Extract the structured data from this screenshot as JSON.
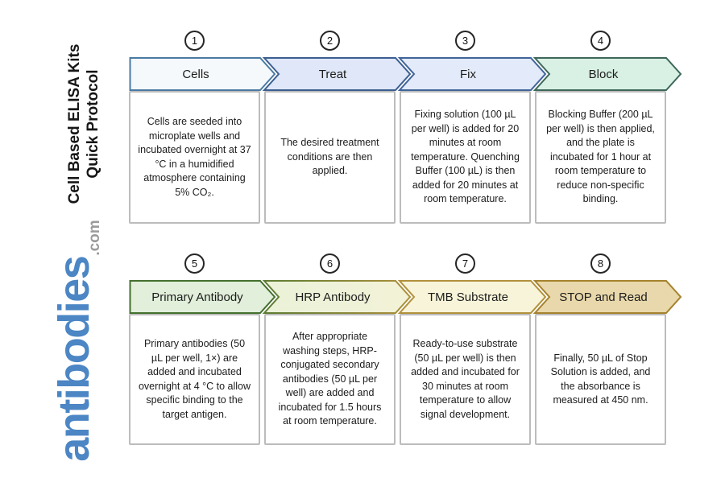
{
  "sidebar": {
    "title_line1": "Cell Based ELISA Kits",
    "title_line2": "Quick Protocol",
    "brand": "antibodies",
    "brand_suffix": ".com",
    "brand_color": "#4c86c4",
    "suffix_color": "#9b9b9b"
  },
  "steps": [
    {
      "number": "1",
      "label": "Cells",
      "description": "Cells are seeded into microplate wells and incubated overnight at 37 °C in a humidified atmosphere containing 5% CO₂.",
      "arrow_fill": "#f5f9fc",
      "arrow_stroke": "#4a7aa3"
    },
    {
      "number": "2",
      "label": "Treat",
      "description": "The desired treatment conditions are then applied.",
      "arrow_fill": "#dfe7f8",
      "arrow_stroke": "#3c5f91"
    },
    {
      "number": "3",
      "label": "Fix",
      "description": "Fixing solution (100 µL per well) is added for 20 minutes at room temperature. Quenching Buffer (100 µL) is then added for 20 minutes at room temperature.",
      "arrow_fill": "#e3eaf9",
      "arrow_stroke": "#40659a"
    },
    {
      "number": "4",
      "label": "Block",
      "description": "Blocking Buffer (200 µL per well) is then applied, and the plate is incubated for 1 hour at room temperature to reduce non-specific binding.",
      "arrow_fill": "#d9f1e5",
      "arrow_stroke": "#3e685a"
    },
    {
      "number": "5",
      "label": "Primary Antibody",
      "description": "Primary antibodies (50 µL per well, 1×) are added and incubated overnight at 4 °C to allow specific binding to the target antigen.",
      "arrow_fill": "#e1efdb",
      "arrow_stroke": "#44702e"
    },
    {
      "number": "6",
      "label": "HRP Antibody",
      "description": "After appropriate washing steps, HRP-conjugated secondary antibodies (50 µL per well) are added and incubated for 1.5 hours at room temperature.",
      "arrow_fill": "#eaf2d8",
      "arrow_fill2": "#f3f2d7",
      "arrow_stroke": "#5d7c33",
      "arrow_stroke2": "#ad903c"
    },
    {
      "number": "7",
      "label": "TMB Substrate",
      "description": "Ready-to-use substrate (50 µL per well) is then added and incubated for 30 minutes at room temperature to allow signal development.",
      "arrow_fill": "#f8f4d9",
      "arrow_stroke": "#b2913c"
    },
    {
      "number": "8",
      "label": "STOP and Read",
      "description": "Finally, 50 µL of Stop Solution is added, and the absorbance is measured at 450 nm.",
      "arrow_fill": "#e9d8ab",
      "arrow_stroke": "#a5822e"
    }
  ]
}
